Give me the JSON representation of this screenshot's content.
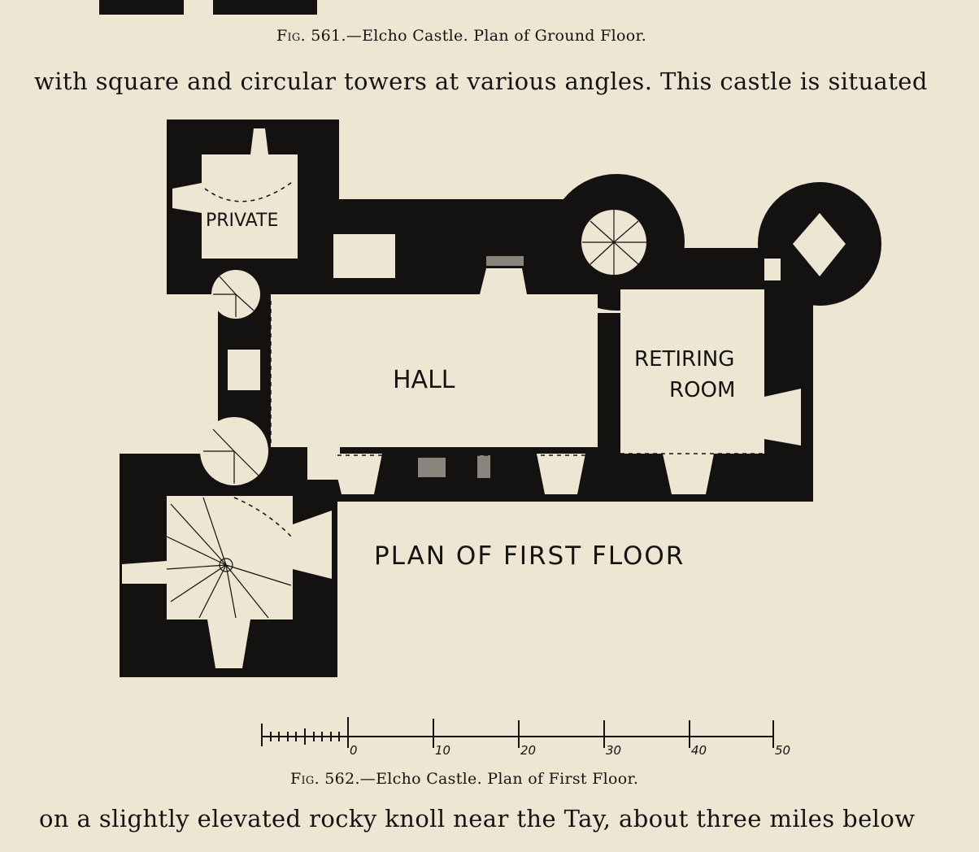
{
  "figures": [
    {
      "number": "Fig. 561.",
      "caption": "—Elcho Castle.   Plan of Ground Floor."
    },
    {
      "number": "Fig. 562.",
      "caption": "—Elcho Castle.   Plan of First Floor."
    }
  ],
  "text": {
    "line_1": "with square and circular towers at various angles.   This castle is situated",
    "line_2": "on a slightly elevated rocky knoll near the Tay, about three miles below"
  },
  "plan": {
    "rooms": {
      "private": "PRIVATE",
      "hall": "HALL",
      "retiring_1": "RETIRING",
      "retiring_2": "ROOM"
    },
    "title": "PLAN OF FIRST FLOOR",
    "scale": {
      "ticks": [
        "0",
        "10",
        "20",
        "30",
        "40",
        "50"
      ]
    }
  }
}
